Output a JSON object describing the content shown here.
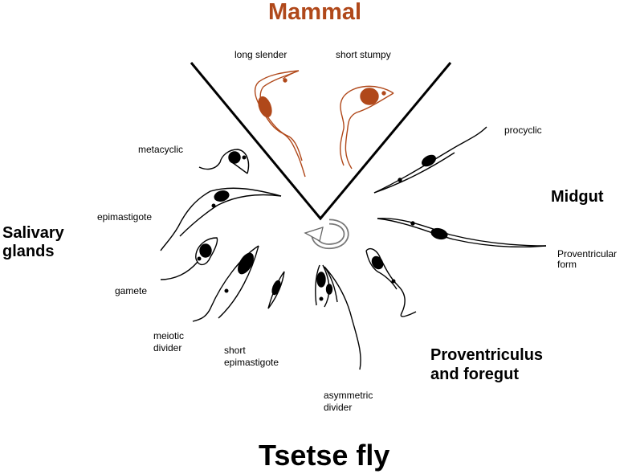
{
  "title_host": "Mammal",
  "title_vector": "Tsetse fly",
  "colors": {
    "mammal": "#b0481a",
    "ink": "#000000"
  },
  "mammal_stages": {
    "long_slender": "long slender",
    "short_stumpy": "short stumpy"
  },
  "regions": {
    "midgut": "Midgut",
    "proventriculus_line1": "Proventriculus",
    "proventriculus_line2": "and foregut",
    "salivary_line1": "Salivary",
    "salivary_line2": "glands"
  },
  "stages": {
    "procyclic": "procyclic",
    "proventricular_line1": "Proventricular",
    "proventricular_line2": "form",
    "asymmetric_line1": "asymmetric",
    "asymmetric_line2": "divider",
    "short_epi_line1": "short",
    "short_epi_line2": "epimastigote",
    "meiotic_line1": "meiotic",
    "meiotic_line2": "divider",
    "gamete": "gamete",
    "epimastigote": "epimastigote",
    "metacyclic": "metacyclic"
  },
  "icons": {
    "cycle": "cycle-arrow-icon"
  }
}
